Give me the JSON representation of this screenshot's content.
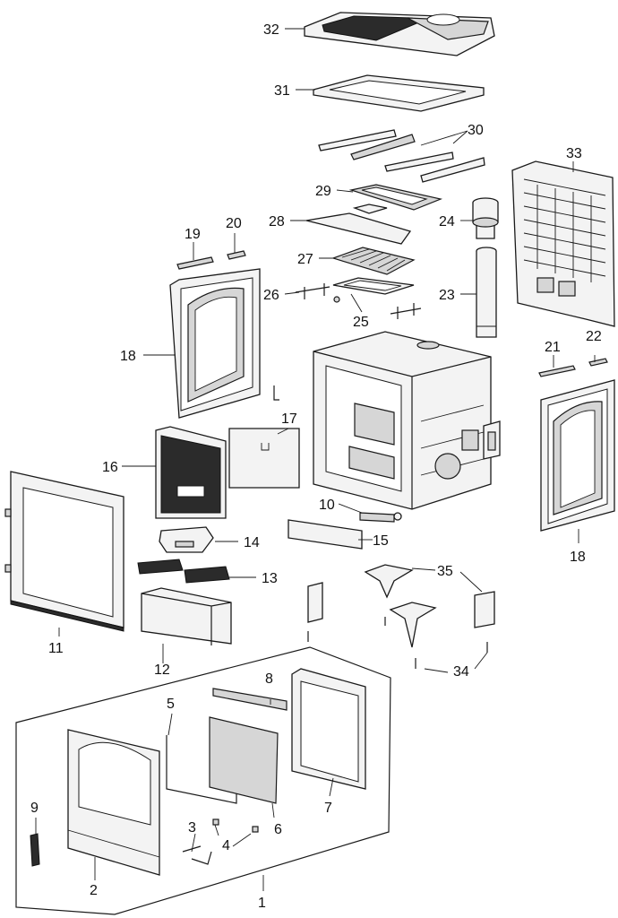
{
  "diagram": {
    "callouts": {
      "c1": "1",
      "c2": "2",
      "c3": "3",
      "c4": "4",
      "c5": "5",
      "c6": "6",
      "c7": "7",
      "c8": "8",
      "c9": "9",
      "c10": "10",
      "c11": "11",
      "c12": "12",
      "c13": "13",
      "c14": "14",
      "c15": "15",
      "c16": "16",
      "c17": "17",
      "c18a": "18",
      "c18b": "18",
      "c19": "19",
      "c20": "20",
      "c21": "21",
      "c22": "22",
      "c23": "23",
      "c24": "24",
      "c25": "25",
      "c26": "26",
      "c27": "27",
      "c28": "28",
      "c29": "29",
      "c30": "30",
      "c31": "31",
      "c32": "32",
      "c33": "33",
      "c34": "34",
      "c35": "35"
    }
  }
}
